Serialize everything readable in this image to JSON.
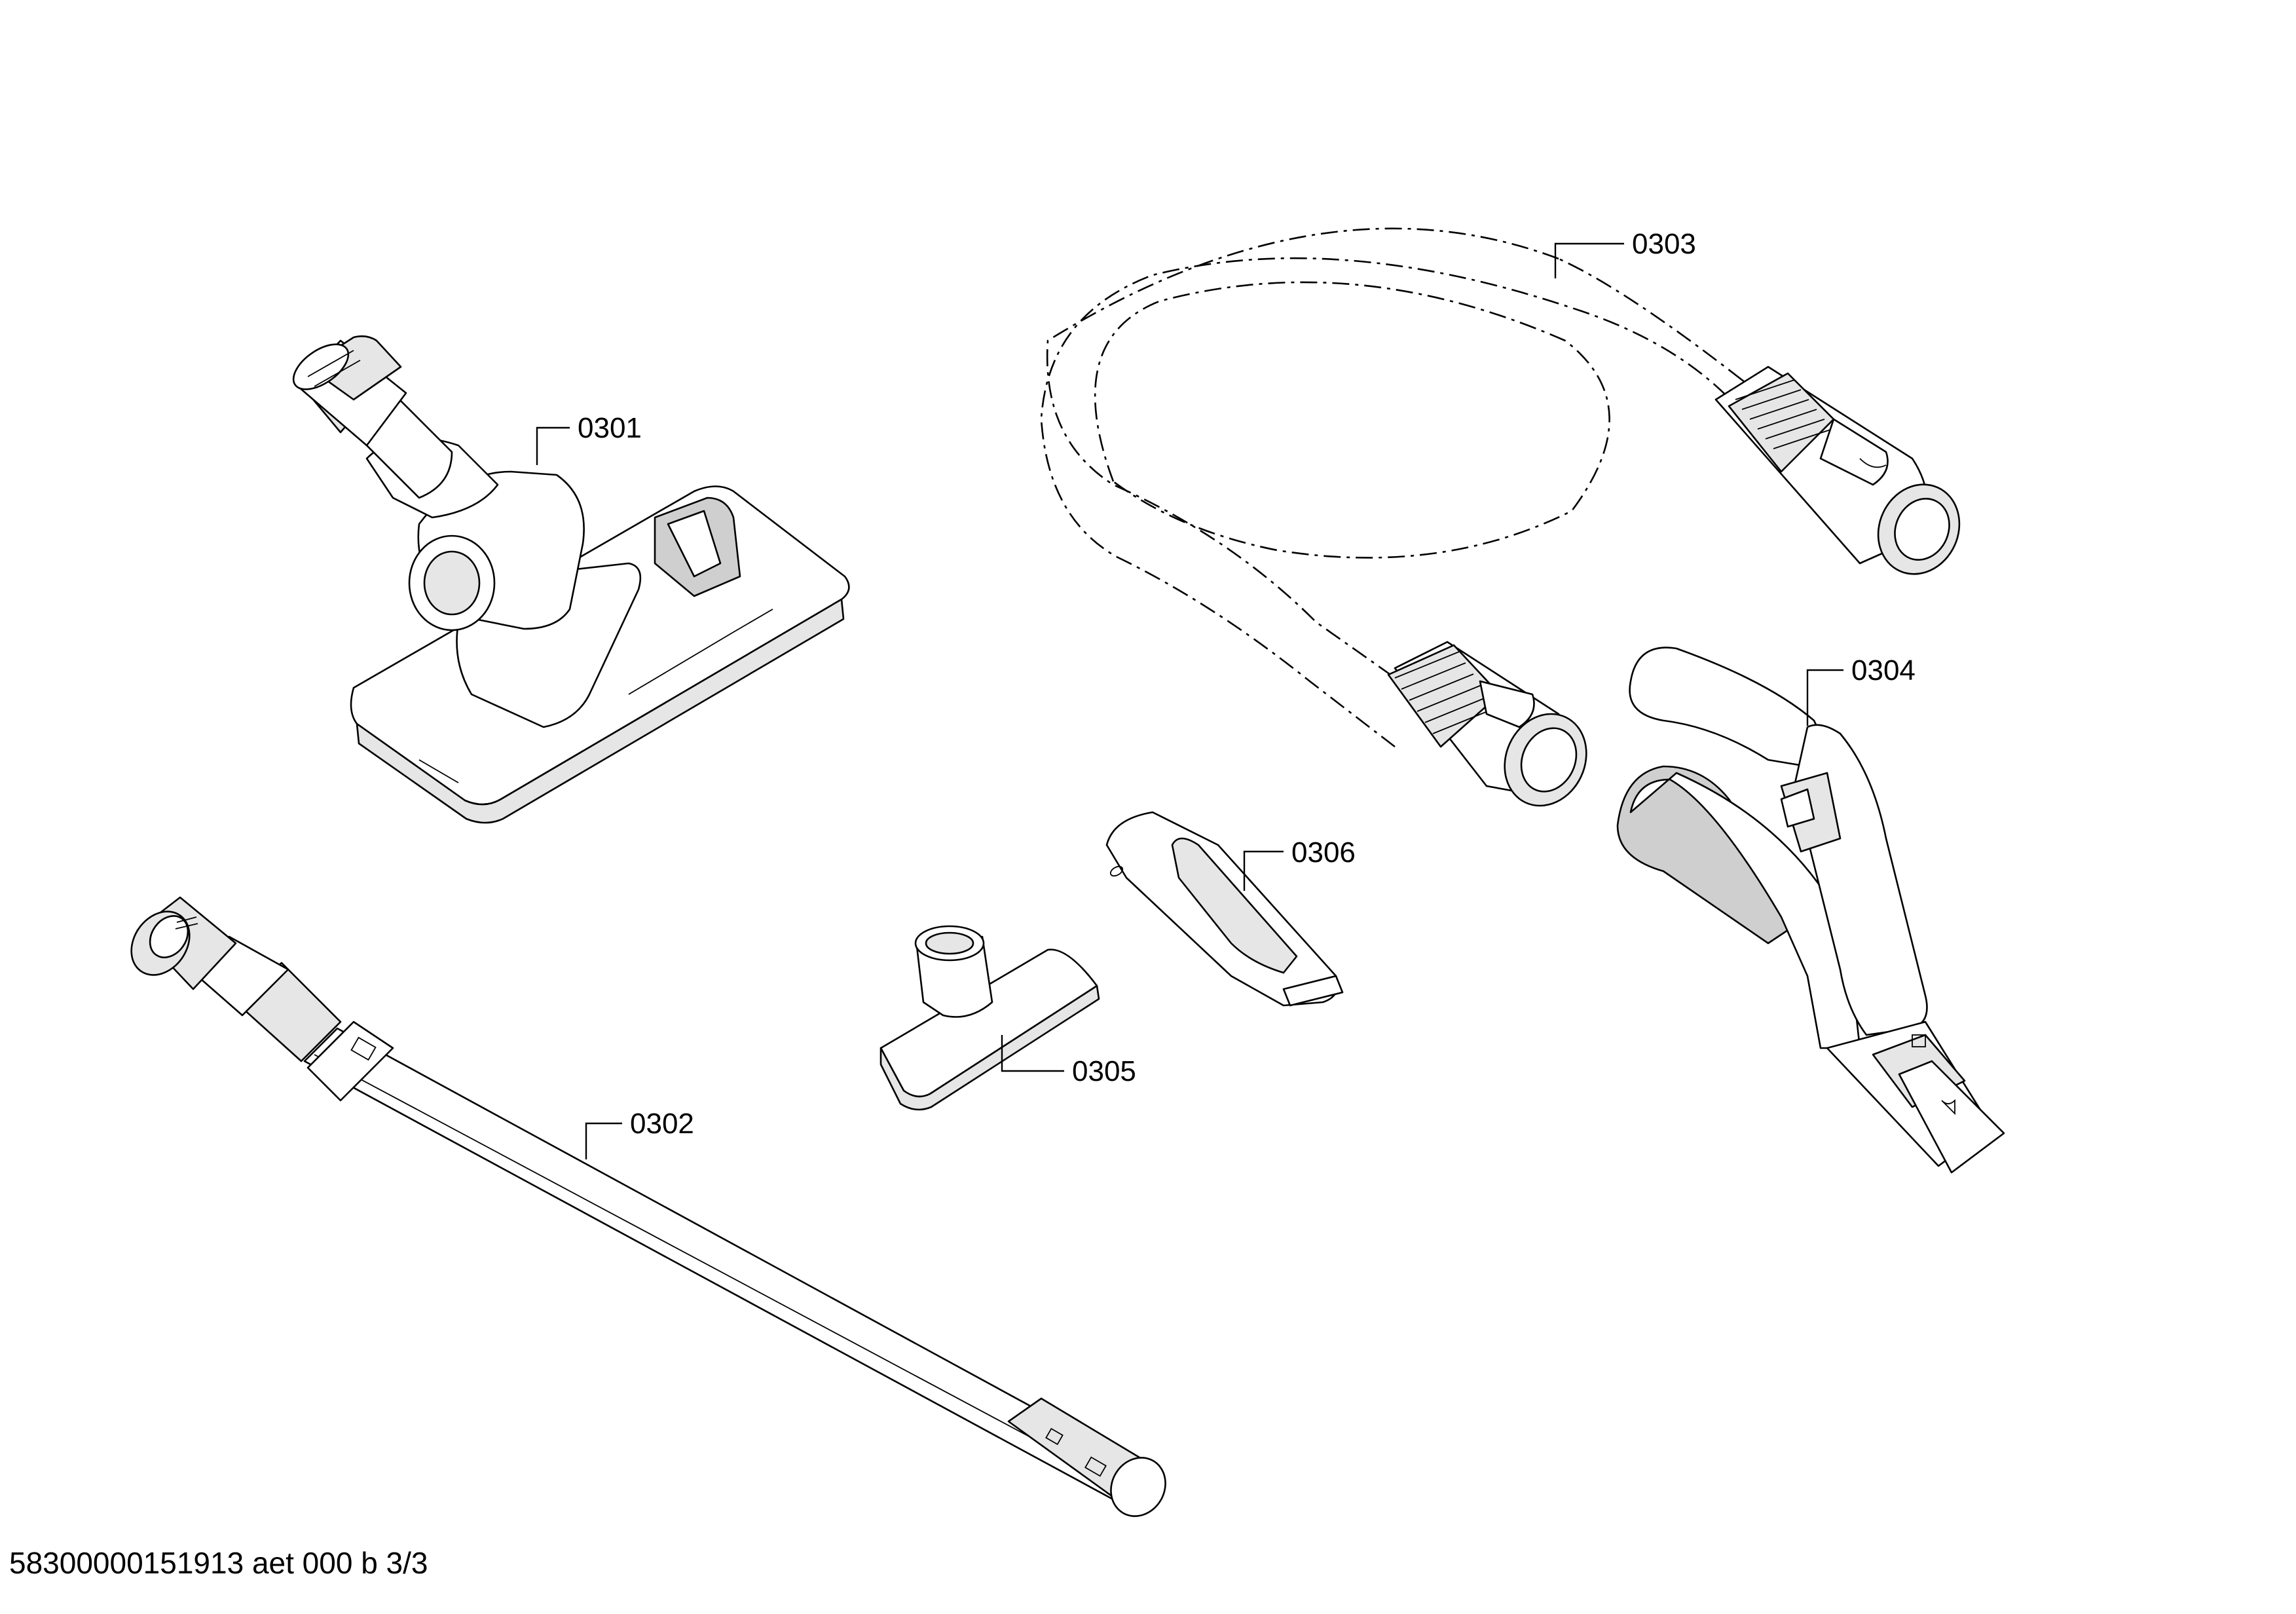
{
  "callouts": [
    {
      "id": "nozzle",
      "label": "0301"
    },
    {
      "id": "tube",
      "label": "0302"
    },
    {
      "id": "hose",
      "label": "0303"
    },
    {
      "id": "handle",
      "label": "0304"
    },
    {
      "id": "upholstery",
      "label": "0305"
    },
    {
      "id": "crevice",
      "label": "0306"
    }
  ],
  "footer": {
    "document_id": "58300000151913 aet 000 b 3/3"
  }
}
